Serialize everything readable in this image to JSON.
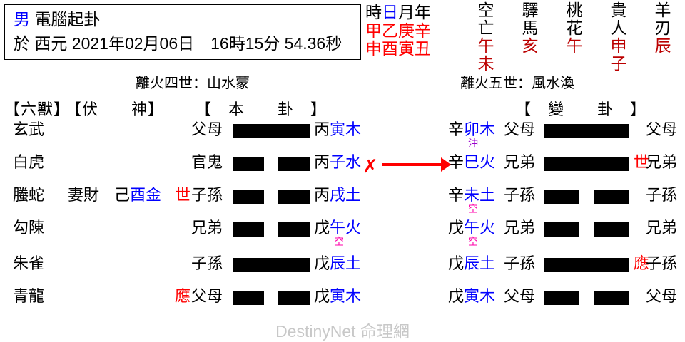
{
  "info": {
    "gender": "男",
    "method": "電腦起卦",
    "prefix_at": "於",
    "era": "西元",
    "datetime": "2021年02月06日　16時15分 54.36秒"
  },
  "pillars": {
    "labels": [
      "時",
      "日",
      "月",
      "年"
    ],
    "stems": "甲乙庚辛",
    "branches": "申酉寅丑",
    "day_label_color": "#0000ff"
  },
  "shensha": {
    "columns": [
      {
        "title_top": "空",
        "title_bottom": "亡",
        "values": [
          "午",
          "未"
        ]
      },
      {
        "title_top": "驛",
        "title_bottom": "馬",
        "values": [
          "亥",
          ""
        ]
      },
      {
        "title_top": "桃",
        "title_bottom": "花",
        "values": [
          "午",
          ""
        ]
      },
      {
        "title_top": "貴",
        "title_bottom": "人",
        "values": [
          "申",
          "子"
        ]
      },
      {
        "title_top": "羊",
        "title_bottom": "刃",
        "values": [
          "辰",
          ""
        ]
      }
    ]
  },
  "captions": {
    "ben": "離火四世：山水蒙",
    "bian": "離火五世：風水渙"
  },
  "headers": {
    "liushou": "【六獸】",
    "fushen": "【伏　　神】",
    "benhex": "【　本　　卦　】",
    "bianhex": "【　變　　卦　】"
  },
  "rows": [
    {
      "beast": "玄武",
      "fu_type": "",
      "fu_stem": "",
      "fu_branch": "",
      "fu_element": "",
      "fu_mark": "",
      "ben_type": "父母",
      "ben_line": "yang",
      "ben_stem": "丙",
      "ben_branch": "寅",
      "ben_element": "木",
      "ben_ann": "",
      "ben_ann_color": "",
      "bian_stem": "辛",
      "bian_branch": "卯",
      "bian_element": "木",
      "bian_ann": "沖",
      "bian_ann_color": "#9900cc",
      "bian_type": "父母",
      "bian_line": "yang",
      "bian_mark": "",
      "bian_type2": "父母"
    },
    {
      "beast": "白虎",
      "fu_type": "",
      "fu_stem": "",
      "fu_branch": "",
      "fu_element": "",
      "fu_mark": "",
      "ben_type": "官鬼",
      "ben_line": "yin",
      "ben_stem": "丙",
      "ben_branch": "子",
      "ben_element": "水",
      "ben_ann": "",
      "ben_ann_color": "",
      "bian_stem": "辛",
      "bian_branch": "巳",
      "bian_element": "火",
      "bian_ann": "",
      "bian_ann_color": "",
      "bian_type": "兄弟",
      "bian_line": "yang",
      "bian_mark": "世",
      "bian_type2": "兄弟",
      "changing": true,
      "change_symbol": "✗"
    },
    {
      "beast": "螣蛇",
      "fu_type": "妻財",
      "fu_stem": "己",
      "fu_branch": "酉",
      "fu_element": "金",
      "fu_mark": "世",
      "ben_type": "子孫",
      "ben_line": "yin",
      "ben_stem": "丙",
      "ben_branch": "戌",
      "ben_element": "土",
      "ben_ann": "",
      "ben_ann_color": "",
      "bian_stem": "辛",
      "bian_branch": "未",
      "bian_element": "土",
      "bian_ann": "空",
      "bian_ann_color": "#ff00aa",
      "bian_type": "子孫",
      "bian_line": "yin",
      "bian_mark": "",
      "bian_type2": "子孫"
    },
    {
      "beast": "勾陳",
      "fu_type": "",
      "fu_stem": "",
      "fu_branch": "",
      "fu_element": "",
      "fu_mark": "",
      "ben_type": "兄弟",
      "ben_line": "yin",
      "ben_stem": "戊",
      "ben_branch": "午",
      "ben_element": "火",
      "ben_ann": "空",
      "ben_ann_color": "#ff00aa",
      "bian_stem": "戊",
      "bian_branch": "午",
      "bian_element": "火",
      "bian_ann": "空",
      "bian_ann_color": "#ff00aa",
      "bian_type": "兄弟",
      "bian_line": "yin",
      "bian_mark": "",
      "bian_type2": "兄弟"
    },
    {
      "beast": "朱雀",
      "fu_type": "",
      "fu_stem": "",
      "fu_branch": "",
      "fu_element": "",
      "fu_mark": "",
      "ben_type": "子孫",
      "ben_line": "yang",
      "ben_stem": "戊",
      "ben_branch": "辰",
      "ben_element": "土",
      "ben_ann": "",
      "ben_ann_color": "",
      "bian_stem": "戊",
      "bian_branch": "辰",
      "bian_element": "土",
      "bian_ann": "",
      "bian_ann_color": "",
      "bian_type": "子孫",
      "bian_line": "yang",
      "bian_mark": "應",
      "bian_type2": "子孫"
    },
    {
      "beast": "青龍",
      "fu_type": "",
      "fu_stem": "",
      "fu_branch": "",
      "fu_element": "",
      "fu_mark": "應",
      "ben_type": "父母",
      "ben_line": "yin",
      "ben_stem": "戊",
      "ben_branch": "寅",
      "ben_element": "木",
      "ben_ann": "",
      "ben_ann_color": "",
      "bian_stem": "戊",
      "bian_branch": "寅",
      "bian_element": "木",
      "bian_ann": "",
      "bian_ann_color": "",
      "bian_type": "父母",
      "bian_line": "yin",
      "bian_mark": "",
      "bian_type2": "父母"
    }
  ],
  "watermark": "DestinyNet 命理網",
  "colors": {
    "branch_blue": "#0000ff",
    "marker_red": "#ff0000",
    "pillar_red": "#ff0000",
    "shensha_red": "#bb0000",
    "empty_magenta": "#ff00aa",
    "clash_purple": "#9900cc",
    "watermark_gray": "#c8c8c8"
  }
}
